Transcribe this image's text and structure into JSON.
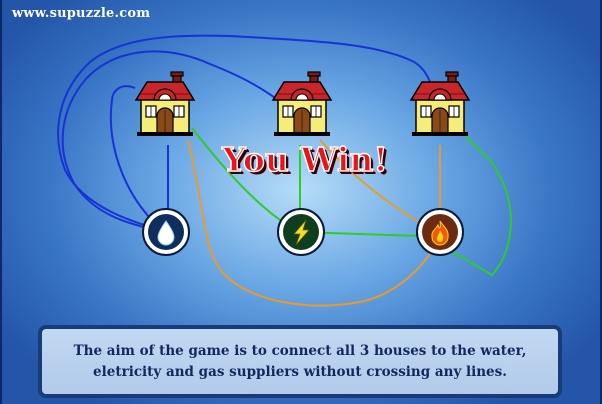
{
  "site": {
    "url": "www.supuzzle.com"
  },
  "result": {
    "message": "You Win!"
  },
  "instructions": {
    "line1": "The aim of the game is to connect all 3 houses to the water,",
    "line2": "eletricity and gas suppliers without crossing any lines."
  },
  "houses": [
    {
      "id": "house-1",
      "icon": "house-icon"
    },
    {
      "id": "house-2",
      "icon": "house-icon"
    },
    {
      "id": "house-3",
      "icon": "house-icon"
    }
  ],
  "suppliers": [
    {
      "id": "water",
      "icon": "water-drop-icon",
      "color": "#0f2e60"
    },
    {
      "id": "electricity",
      "icon": "lightning-bolt-icon",
      "color": "#0f3d20"
    },
    {
      "id": "gas",
      "icon": "flame-icon",
      "color": "#6b2a12"
    }
  ],
  "colors": {
    "water_line": "#1733d6",
    "electricity_line": "#2ccc2c",
    "gas_line": "#e89a30",
    "win_text": "#e8161b"
  }
}
